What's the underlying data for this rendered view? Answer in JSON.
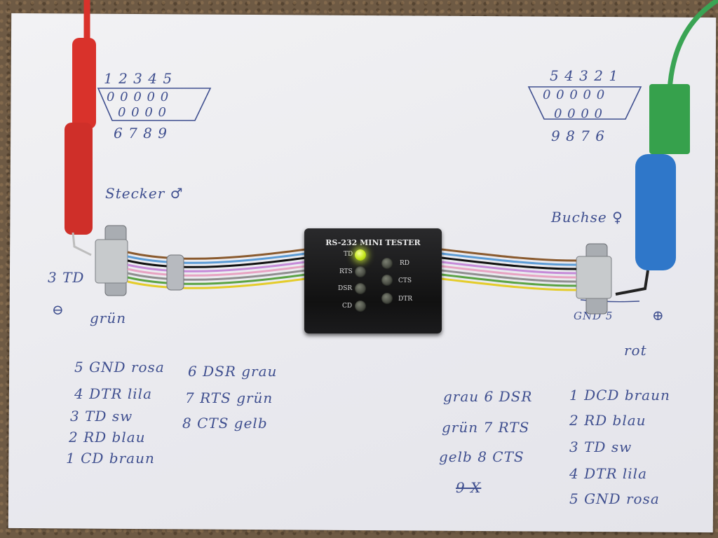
{
  "left_connector": {
    "top_pins": "1 2 3 4 5",
    "top_holes": "0 0 0 0 0",
    "bottom_holes": "0 0 0 0",
    "bottom_pins": "6 7 8 9",
    "label": "Stecker ♂"
  },
  "right_connector": {
    "top_pins": "5 4 3 2 1",
    "top_holes": "0 0 0 0 0",
    "bottom_holes": "0 0 0 0",
    "bottom_pins": "9 8 7 6",
    "label": "Buchse ♀",
    "gnd_label": "GND 5"
  },
  "left_probe": {
    "pin": "3 TD",
    "polarity": "⊖",
    "color": "grün",
    "probe_color": "#d9322b"
  },
  "right_probe": {
    "polarity": "⊕",
    "color": "rot",
    "probe_color": "#2f77c9",
    "cable_color": "#3aa454"
  },
  "tester": {
    "title": "RS-232 MINI TESTER",
    "leds_left": [
      {
        "label": "TD",
        "on": true
      },
      {
        "label": "RTS",
        "on": false
      },
      {
        "label": "DSR",
        "on": false
      },
      {
        "label": "CD",
        "on": false
      }
    ],
    "leds_right": [
      {
        "label": "RD",
        "on": false
      },
      {
        "label": "CTS",
        "on": false
      },
      {
        "label": "DTR",
        "on": false
      }
    ]
  },
  "notes_left_a": [
    "5 GND rosa",
    "4 DTR lila",
    "3 TD sw",
    "2 RD blau",
    "1 CD braun"
  ],
  "notes_left_b": [
    "6 DSR grau",
    "7 RTS grün",
    "8 CTS gelb"
  ],
  "notes_mid": [
    "grau 6 DSR",
    "grün 7 RTS",
    "gelb 8 CTS"
  ],
  "notes_mid_strike": "9 X",
  "notes_right": [
    "1 DCD braun",
    "2 RD blau",
    "3 TD sw",
    "4 DTR lila",
    "5 GND rosa"
  ],
  "wire_colors": [
    "#8a5a2e",
    "#5b9bd5",
    "#111111",
    "#c58ad8",
    "#e7a3c2",
    "#8f8f8f",
    "#5aa343",
    "#e4cc2a"
  ]
}
